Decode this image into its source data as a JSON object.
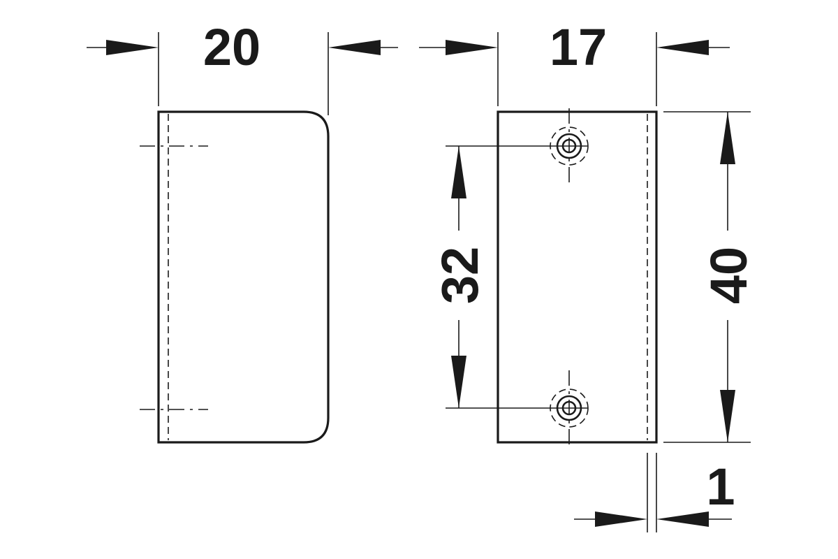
{
  "dimensions": {
    "width_side": "20",
    "width_front": "17",
    "hole_spacing": "32",
    "height": "40",
    "thickness": "1"
  }
}
